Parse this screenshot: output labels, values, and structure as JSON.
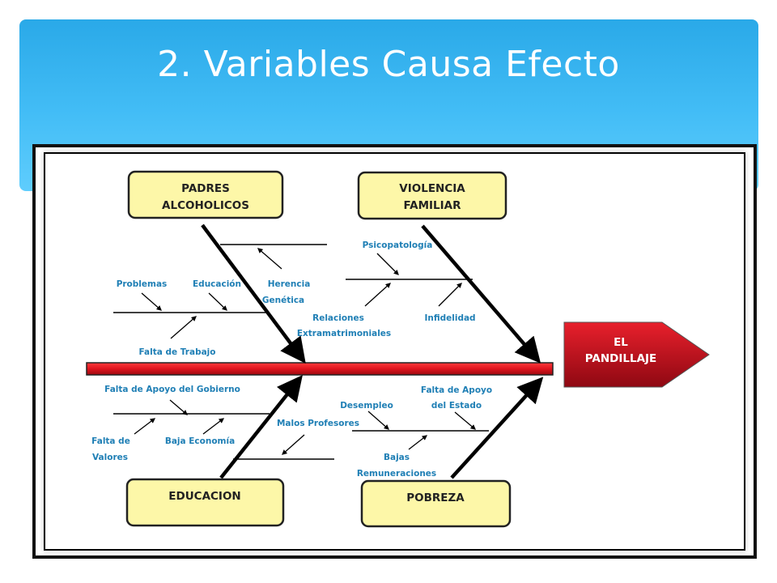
{
  "slide": {
    "title": "2. Variables Causa Efecto"
  },
  "diagram": {
    "effect": {
      "line1": "EL",
      "line2": "PANDILLAJE"
    },
    "categories": {
      "padres": {
        "line1": "PADRES",
        "line2": "ALCOHOLICOS"
      },
      "violencia": {
        "line1": "VIOLENCIA",
        "line2": "FAMILIAR"
      },
      "educacion": {
        "line1": "EDUCACION"
      },
      "pobreza": {
        "line1": "POBREZA"
      }
    },
    "causes": {
      "problemas": "Problemas",
      "educacion": "Educación",
      "herencia_1": "Herencia",
      "herencia_2": "Genética",
      "falta_trabajo": "Falta de Trabajo",
      "psicopatologia": "Psicopatología",
      "relaciones_1": "Relaciones",
      "relaciones_2": "Extramatrimoniales",
      "infidelidad": "Infidelidad",
      "falta_apoyo_gobierno": "Falta de Apoyo del Gobierno",
      "falta_valores_1": "Falta de",
      "falta_valores_2": "Valores",
      "baja_economia": "Baja Economía",
      "malos_profesores": "Malos Profesores",
      "desempleo": "Desempleo",
      "falta_apoyo_estado_1": "Falta de Apoyo",
      "falta_apoyo_estado_2": "del Estado",
      "bajas_1": "Bajas",
      "bajas_2": "Remuneraciones"
    },
    "colors": {
      "box_fill": "#fdf7a8",
      "box_border": "#222222",
      "spine": "#e0141e",
      "effect_fill": "#c8101e",
      "cause_text": "#1f7fb5"
    }
  }
}
